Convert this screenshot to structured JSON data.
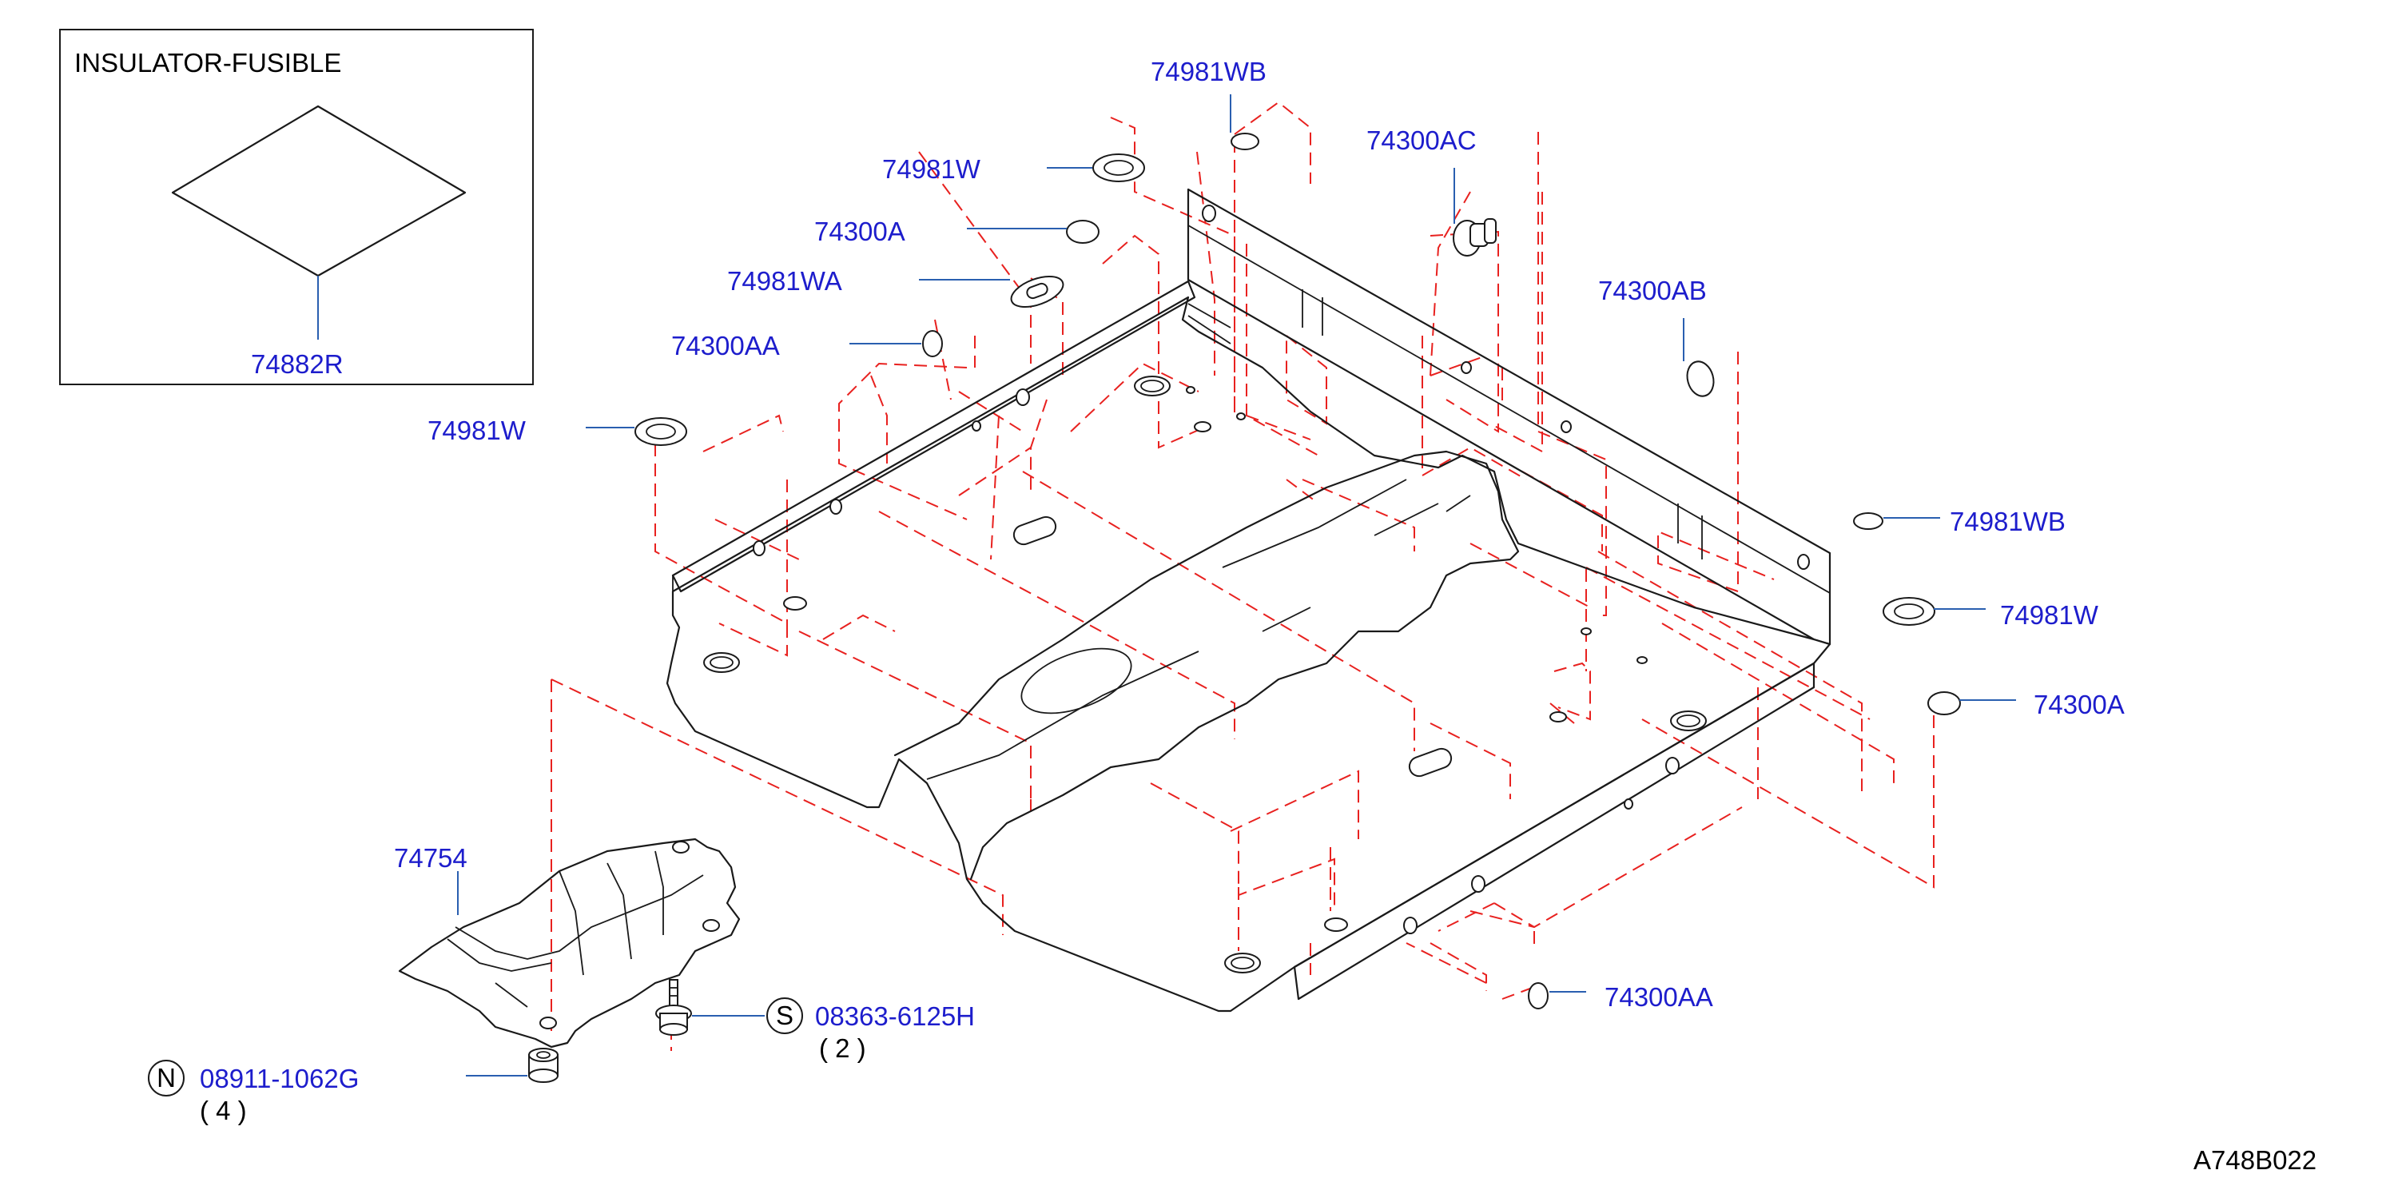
{
  "colors": {
    "label": "#1d1dcc",
    "leader": "#2a5fb0",
    "dash": "#e8211f",
    "line": "#1a1a1a"
  },
  "inset": {
    "title": "INSULATOR-FUSIBLE",
    "part": "74882R"
  },
  "labels": {
    "p74981WB_top": "74981WB",
    "p74300AC": "74300AC",
    "p74981W_top": "74981W",
    "p74300A_top": "74300A",
    "p74981WA": "74981WA",
    "p74300AB": "74300AB",
    "p74300AA_left": "74300AA",
    "p74981W_left": "74981W",
    "p74981WB_right": "74981WB",
    "p74981W_right": "74981W",
    "p74300A_right": "74300A",
    "p74754": "74754",
    "p08363": "08363-6125H",
    "p08363_qty": "( 2 )",
    "p08911": "08911-1062G",
    "p08911_qty": "( 4 )",
    "p74300AA_bottom": "74300AA"
  },
  "symbols": {
    "screw": "S",
    "nut": "N"
  },
  "diagram_code": "A748B022"
}
